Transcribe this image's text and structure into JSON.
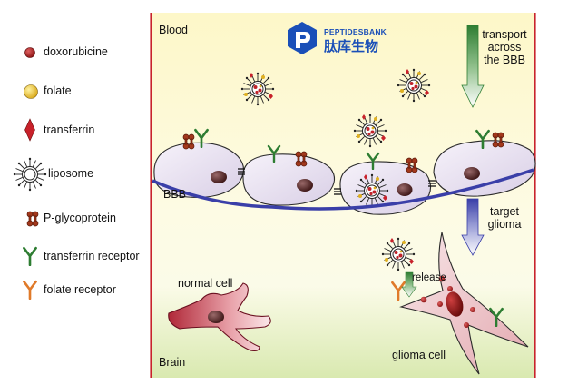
{
  "legend": {
    "items": [
      {
        "label": "doxorubicine",
        "icon": "doxorubicine-icon",
        "color": "#b81c22"
      },
      {
        "label": "folate",
        "icon": "folate-icon",
        "color": "#f2c530"
      },
      {
        "label": "transferrin",
        "icon": "transferrin-icon",
        "color": "#c8212a"
      },
      {
        "label": "liposome",
        "icon": "liposome-icon",
        "color": "#222222"
      },
      {
        "label": "P-glycoprotein",
        "icon": "p-glycoprotein-icon",
        "color": "#8a2a12"
      },
      {
        "label": "transferrin receptor",
        "icon": "transferrin-receptor-icon",
        "color": "#2e7d32"
      },
      {
        "label": "folate receptor",
        "icon": "folate-receptor-icon",
        "color": "#e07a2a"
      }
    ]
  },
  "diagram": {
    "blood_label": "Blood",
    "brain_label": "Brain",
    "bbb_label": "BBB",
    "transport_label_1": "transport",
    "transport_label_2": "across",
    "transport_label_3": "the BBB",
    "target_label_1": "target",
    "target_label_2": "glioma",
    "normal_cell_label": "normal cell",
    "glioma_cell_label": "glioma cell",
    "release_label": "release",
    "colors": {
      "border": "#c8232c",
      "bbb_line": "#3a3fa8",
      "cell_fill": "#ece6f2",
      "arrow_green": "#2e7d32"
    }
  },
  "watermark": {
    "brand": "PEPTIDESBANK",
    "brand_cn": "肽库生物"
  }
}
